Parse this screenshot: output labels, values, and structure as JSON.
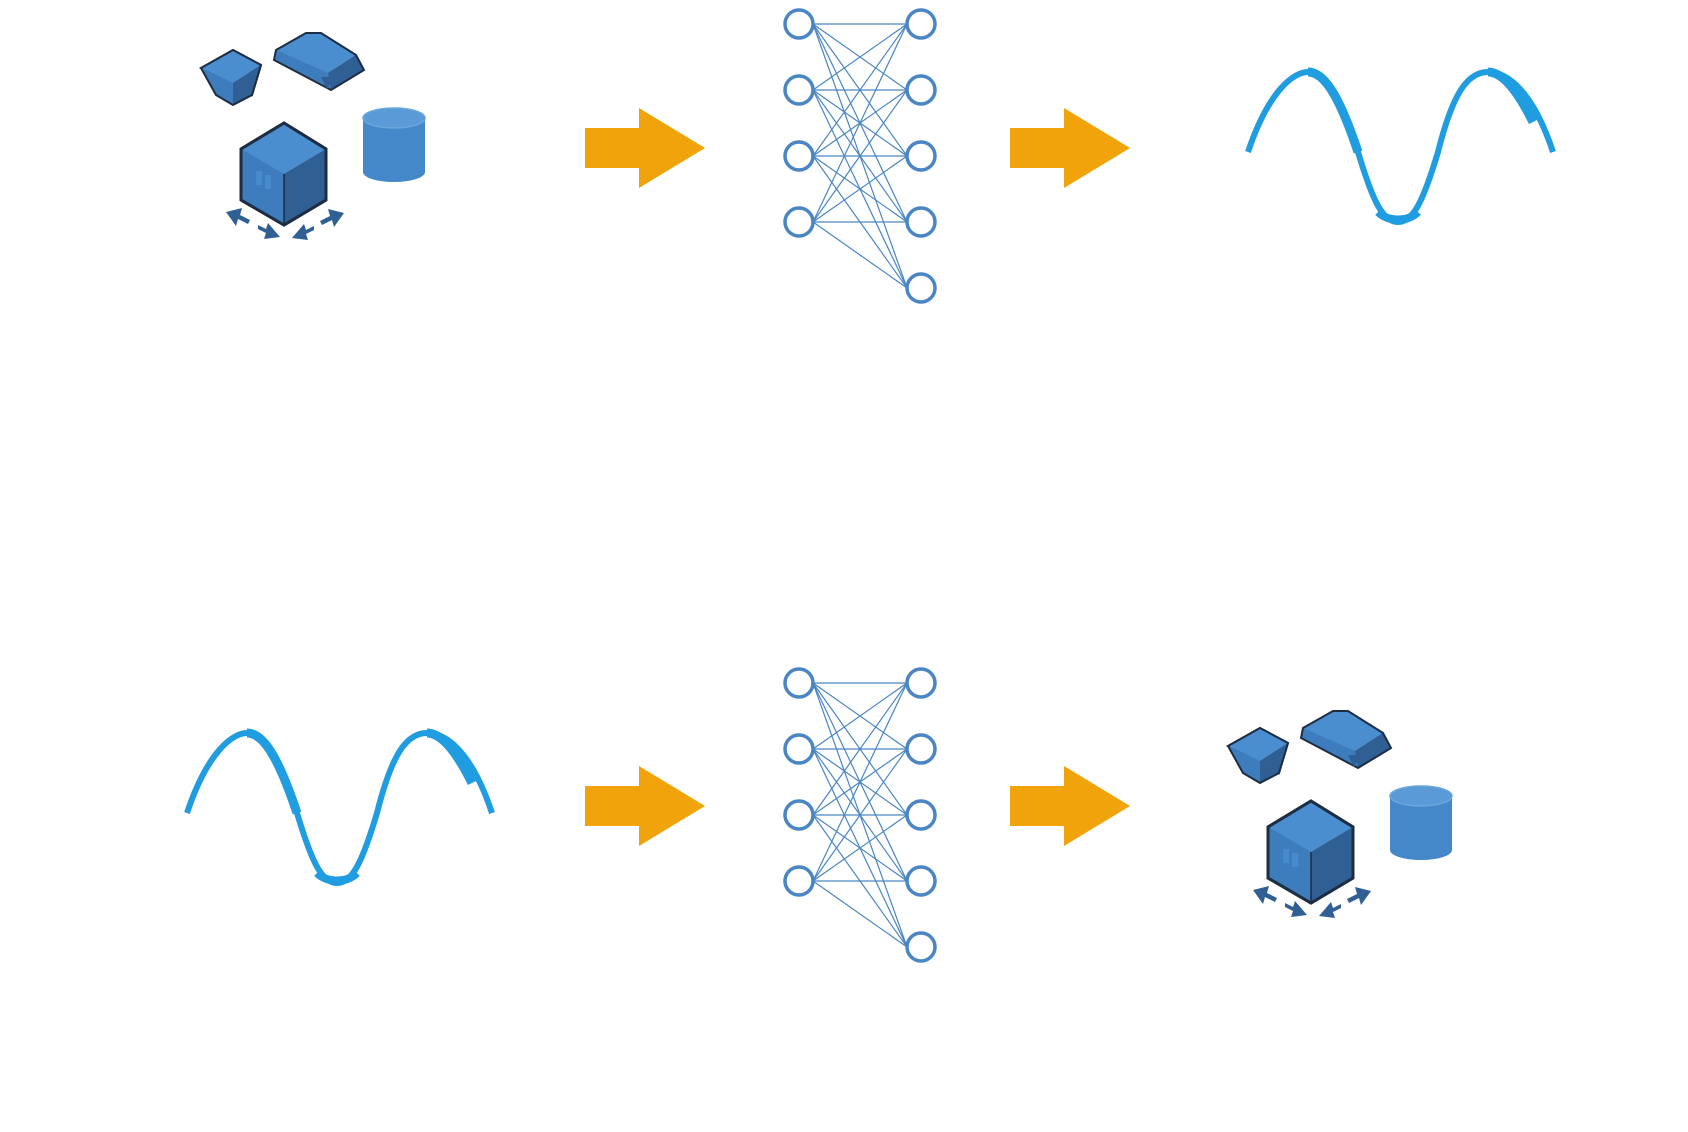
{
  "colors": {
    "background": "#ffffff",
    "arrow": "#f0a30a",
    "network_node": "#4a86c4",
    "network_edge": "#4a86c4",
    "wave": "#1f9de0",
    "shape_top": "#4a8ed0",
    "shape_front": "#3d7dbe",
    "shape_side": "#2f5f93",
    "shape_outline": "#1e2d42",
    "cylinder": "#4488c9",
    "cylinder_top": "#5a9ad6"
  },
  "rows": [
    {
      "name": "row-shapes-to-wave",
      "stages": [
        "shapes-icon",
        "arrow-right-icon",
        "neural-network-icon",
        "arrow-right-icon",
        "sine-wave-icon"
      ]
    },
    {
      "name": "row-wave-to-shapes",
      "stages": [
        "sine-wave-icon",
        "arrow-right-icon",
        "neural-network-icon",
        "arrow-right-icon",
        "shapes-icon"
      ]
    }
  ],
  "network": {
    "input_nodes": 4,
    "output_nodes": 5,
    "fully_connected": true
  }
}
